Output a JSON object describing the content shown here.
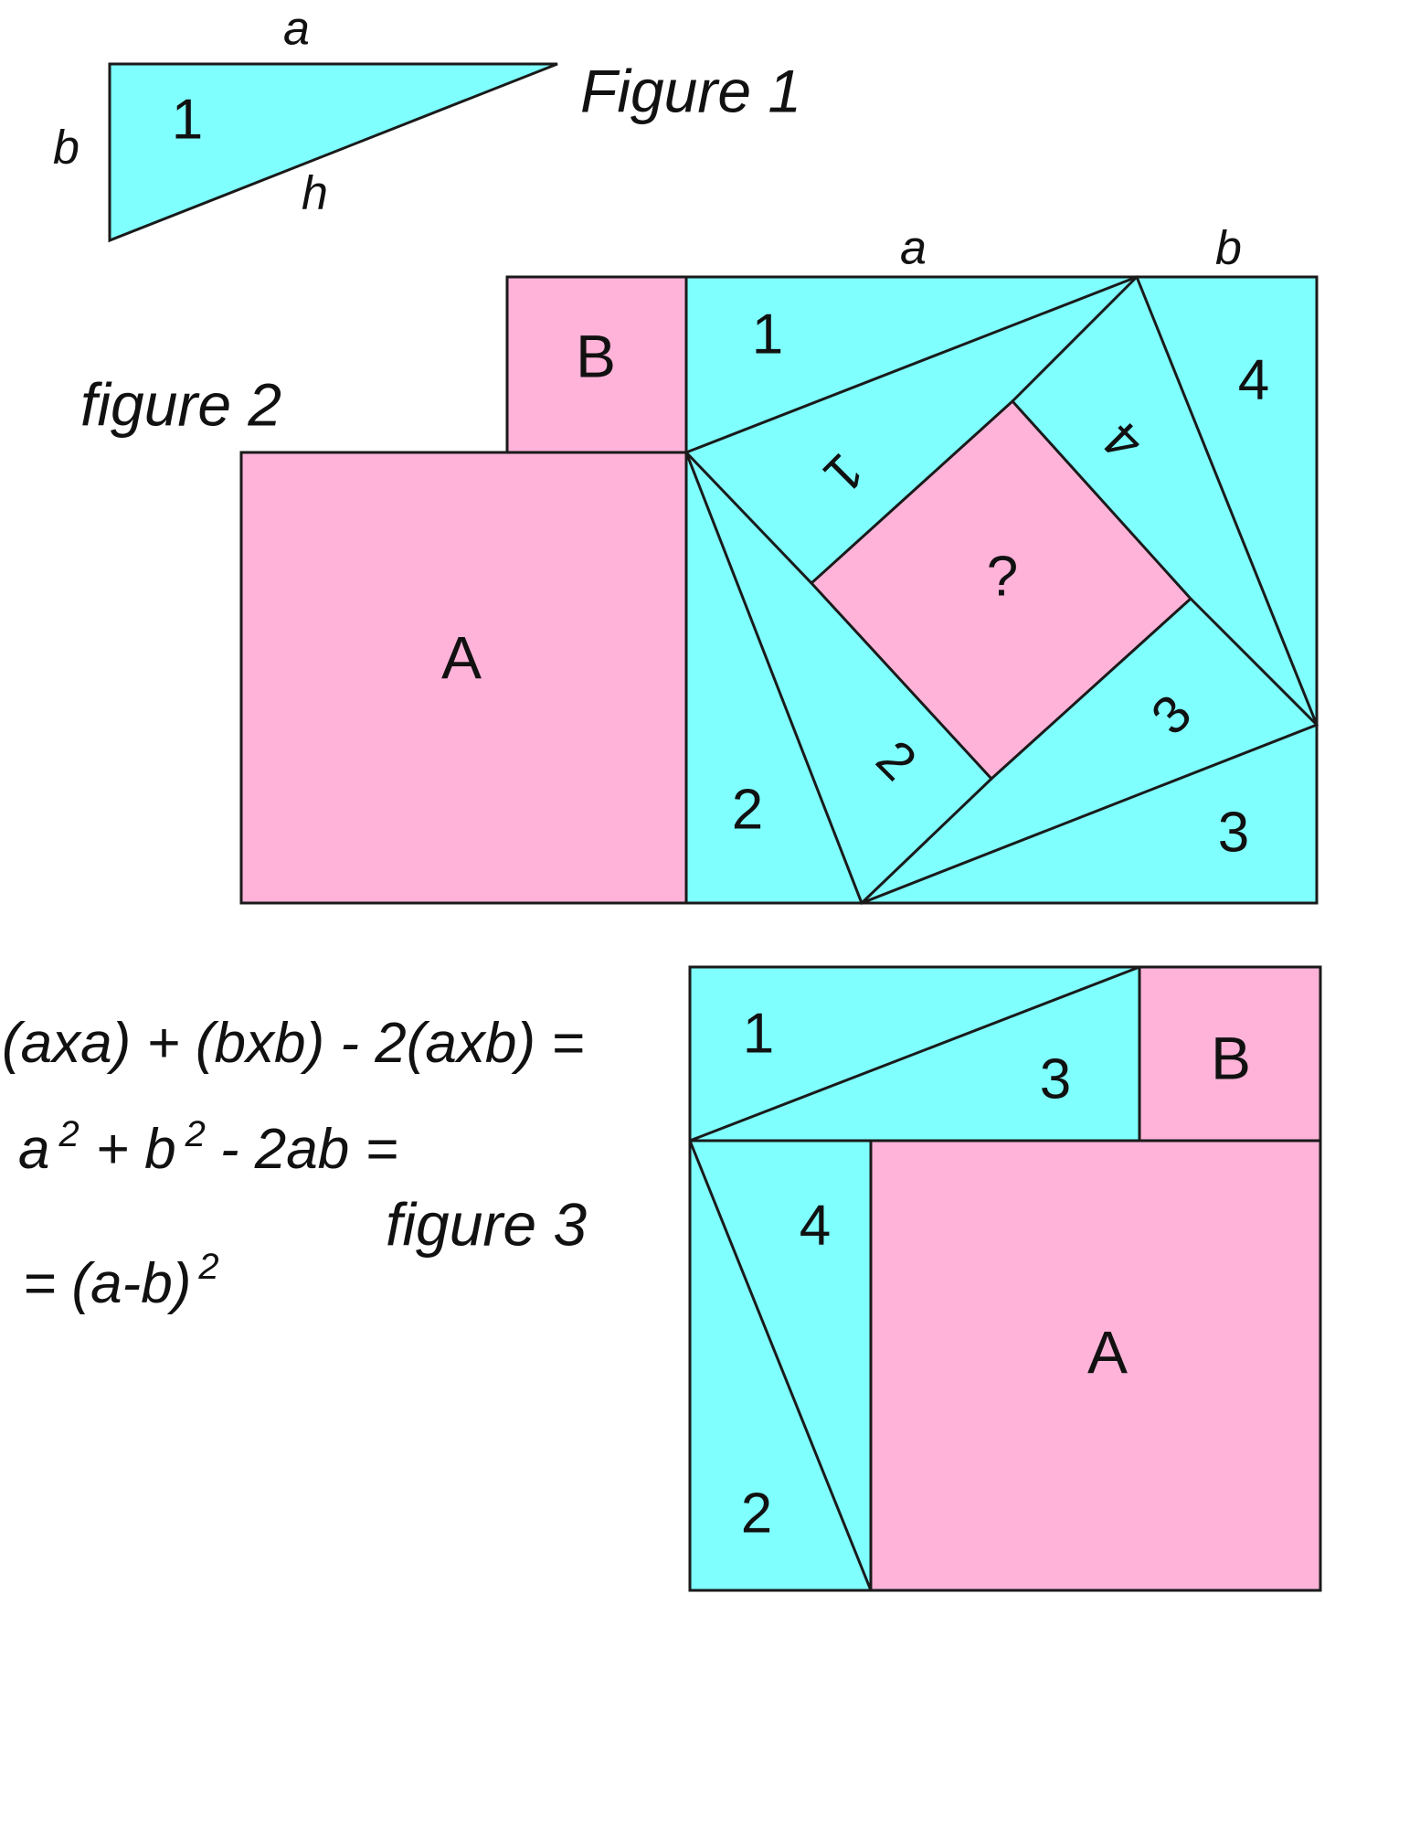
{
  "colors": {
    "triangle": "#80FFFF",
    "square": "#FFB3D9"
  },
  "figure1": {
    "title": "Figure 1",
    "side_a": "a",
    "side_b": "b",
    "side_h": "h",
    "triangle_label": "1"
  },
  "figure2": {
    "title": "figure 2",
    "top_a": "a",
    "top_b": "b",
    "square_A": "A",
    "square_B": "B",
    "center": "?",
    "outer_labels": [
      "1",
      "4",
      "2",
      "3"
    ],
    "inner_labels": [
      "1",
      "4",
      "2",
      "3"
    ]
  },
  "figure3": {
    "title": "figure 3",
    "triangle_labels": [
      "1",
      "3",
      "4",
      "2"
    ],
    "square_A": "A",
    "square_B": "B"
  },
  "equations": {
    "line1": "(axa) + (bxb) - 2(axb) =",
    "line2_a": "a",
    "line2_sup1": "2",
    "line2_mid": "+ b",
    "line2_sup2": "2",
    "line2_end": "- 2ab =",
    "line3": "= (a-b)",
    "line3_sup": "2"
  }
}
